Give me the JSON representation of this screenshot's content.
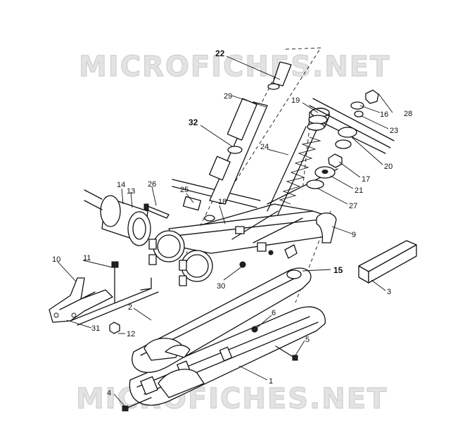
{
  "watermark": "MICROFICHES.NET",
  "callouts": [
    "1",
    "2",
    "3",
    "4",
    "5",
    "6",
    "9",
    "10",
    "11",
    "12",
    "13",
    "14",
    "15",
    "16",
    "17",
    "18",
    "19",
    "20",
    "21",
    "22",
    "23",
    "24",
    "25",
    "26",
    "27",
    "28",
    "29",
    "30",
    "31",
    "32"
  ]
}
